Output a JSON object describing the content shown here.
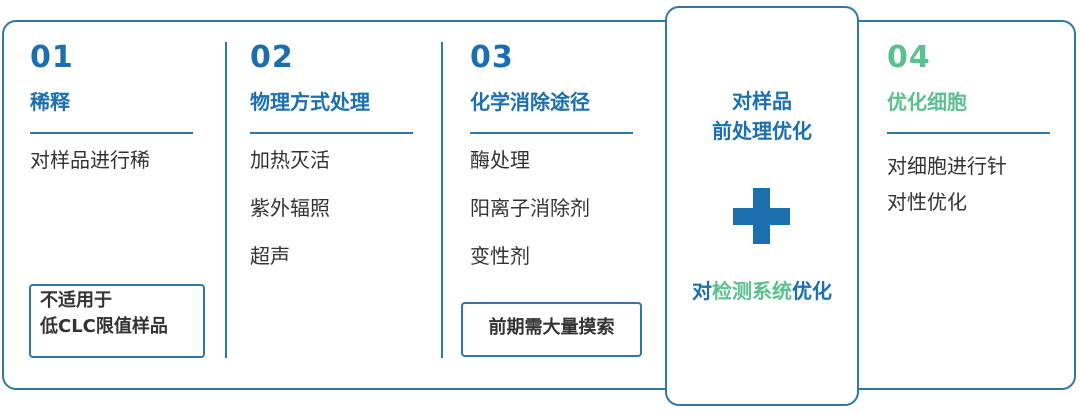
{
  "columns": [
    {
      "number": "01",
      "title": "稀释",
      "items": [
        "对样品进行稀"
      ],
      "note": [
        "不适用于",
        "低CLC限值样品"
      ]
    },
    {
      "number": "02",
      "title": "物理方式处理",
      "items": [
        "加热灭活",
        "紫外辐照",
        "超声"
      ]
    },
    {
      "number": "03",
      "title": "化学消除途径",
      "items": [
        "酶处理",
        "阳离子消除剂",
        "变性剂"
      ],
      "note": [
        "前期需大量摸索"
      ]
    }
  ],
  "center": {
    "title_line1": "对样品",
    "title_line2": "前处理优化",
    "plus_icon": "plus-icon",
    "bottom_part1": "对",
    "bottom_part2": "检测系统",
    "bottom_part3": "优化"
  },
  "last_column": {
    "number": "04",
    "title": "优化细胞",
    "items": [
      "对细胞进行针",
      "对性优化"
    ]
  },
  "colors": {
    "blue": "#1b6fae",
    "green": "#5cbf90",
    "border": "#2e77a8",
    "text": "#333333"
  }
}
